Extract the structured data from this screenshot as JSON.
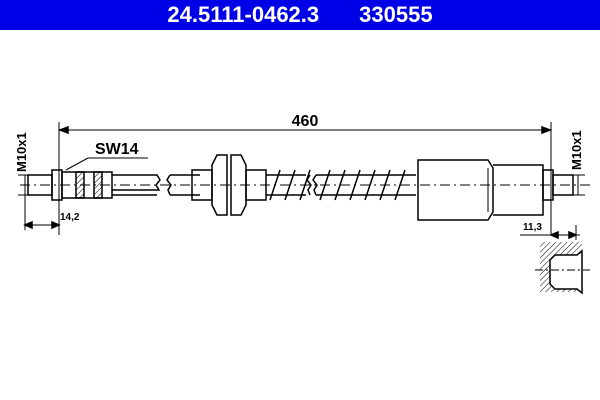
{
  "header": {
    "part_number": "24.5111-0462.3",
    "ref_number": "330555",
    "background": "#0000e6"
  },
  "drawing": {
    "overall_length": "460",
    "wrench_size": "SW14",
    "left_thread": "M10x1",
    "right_thread": "M10x1",
    "left_dim": "14,2",
    "right_dim": "11,3"
  }
}
